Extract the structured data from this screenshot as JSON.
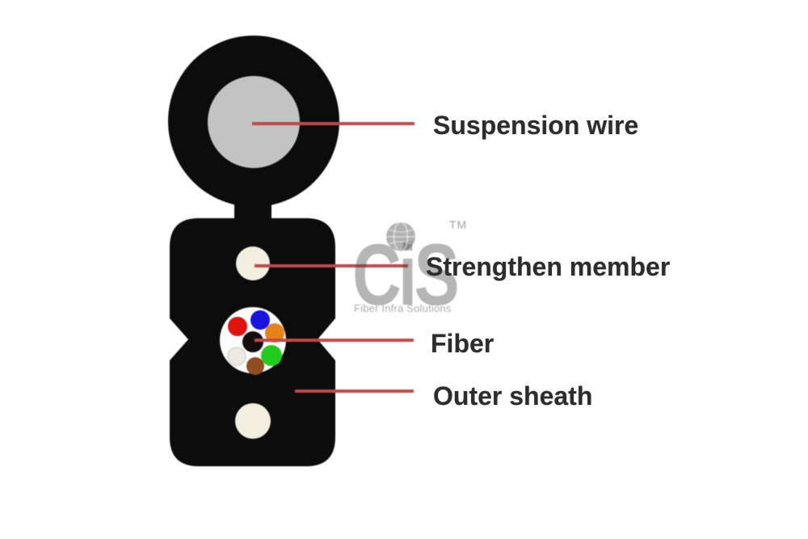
{
  "labels": [
    {
      "id": "suspension-wire",
      "text": "Suspension wire"
    },
    {
      "id": "strengthen-member",
      "text": "Strengthen member"
    },
    {
      "id": "fiber",
      "text": "Fiber"
    },
    {
      "id": "outer-sheath",
      "text": "Outer sheath"
    }
  ],
  "watermark": {
    "logo": "CiS",
    "tm": "TM",
    "tagline": "Fiber Infra Solutions"
  },
  "diagram": {
    "colors": {
      "sheath_black": "#0d0c0c",
      "suspension_core_gray": "#c3c3c3",
      "strength_member_cream": "#f2efe1",
      "fiber_tube_white": "#fcfcfc",
      "fiber_center_black": "#140d0f",
      "leader_line_red": "#bf4a4b",
      "background": "#ffffff"
    },
    "fiber_strands": [
      {
        "name": "fiber-red",
        "color": "#e01311"
      },
      {
        "name": "fiber-blue",
        "color": "#1a12dd"
      },
      {
        "name": "fiber-orange",
        "color": "#e5821c"
      },
      {
        "name": "fiber-green",
        "color": "#22cb1e"
      },
      {
        "name": "fiber-brown",
        "color": "#8d4e20"
      },
      {
        "name": "fiber-white",
        "color": "#eceae2"
      }
    ]
  }
}
